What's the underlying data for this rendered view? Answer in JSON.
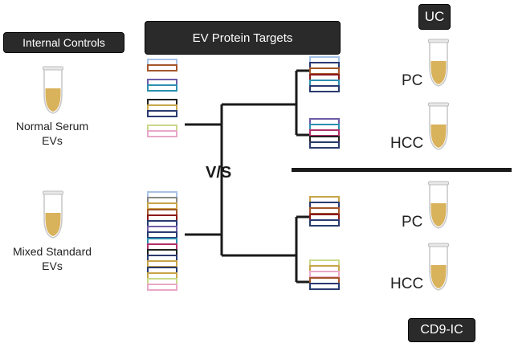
{
  "labels": {
    "internal_controls": "Internal Controls",
    "ev_protein_targets": "EV Protein Targets",
    "uc": "UC",
    "cd9_ic": "CD9-IC",
    "vs": "V/S",
    "normal_serum_line1": "Normal Serum",
    "normal_serum_line2": "EVs",
    "mixed_standard_line1": "Mixed Standard",
    "mixed_standard_line2": "EVs",
    "pc_top": "PC",
    "hcc_top": "HCC",
    "pc_bottom": "PC",
    "hcc_bottom": "HCC"
  },
  "colors": {
    "label_bg": "#2a2a2a",
    "tube_liquid": "#d9b25c",
    "lines": "#1a1a1a"
  },
  "swatch_groups": {
    "normal_serum": [
      [
        "#a7c2e6",
        "#a3562a"
      ],
      [
        "#6e5ca8",
        "#2d8fb0"
      ],
      [
        "#222222",
        "#c8a54a",
        "#2a3a70"
      ],
      [
        "#c9d98a",
        "#e8a8c8"
      ]
    ],
    "mixed_standard": [
      [
        "#a7c2e6",
        "#888888",
        "#c8a54a",
        "#a3562a",
        "#8b1a1a",
        "#2a3a70",
        "#6e5ca8",
        "#2a3a70",
        "#2d8fb0",
        "#b0306a",
        "#222222",
        "#2a3a70",
        "#c8a54a",
        "#2a3a70",
        "#c8a54a",
        "#c9d98a",
        "#e8a8c8"
      ]
    ],
    "uc_pc": [
      [
        "#a7c2e6",
        "#2a3a70",
        "#a3562a",
        "#8b1a1a",
        "#2d8fb0",
        "#2a3a70"
      ]
    ],
    "uc_hcc": [
      [
        "#6e5ca8",
        "#2d8fb0",
        "#b0306a",
        "#222222",
        "#2a3a70"
      ]
    ],
    "ic_pc": [
      [
        "#c8a54a",
        "#2a3a70",
        "#a3562a",
        "#8b1a1a",
        "#2a3a70"
      ]
    ],
    "ic_hcc": [
      [
        "#c9d98a",
        "#c8a54a",
        "#e8a8c8",
        "#a3562a",
        "#2a3a70"
      ]
    ]
  }
}
